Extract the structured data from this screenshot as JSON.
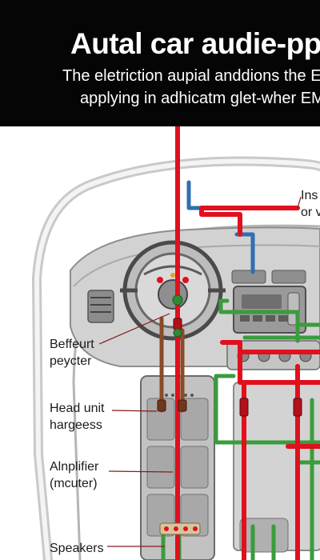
{
  "header": {
    "title": "Autal car audie-pp",
    "subtitle_line1": "The eletriction aupial anddions the EM",
    "subtitle_line2": "applying in adhicatm glet-wher EM"
  },
  "callouts": {
    "insulation": {
      "line1": "Ins",
      "line2": "or v"
    },
    "buffer": {
      "line1": "Beffeurt",
      "line2": "peycter"
    },
    "head_unit": {
      "line1": "Head unit",
      "line2": "hargeess"
    },
    "amplifier": {
      "line1": "Alnplifier",
      "line2": "(mcuter)"
    },
    "speakers": {
      "line1": "Speakers"
    }
  },
  "wire_colors": {
    "power": "#e0101e",
    "signal": "#3a9c3c",
    "ground": "#8a4b26",
    "remote": "#2f6fb0"
  }
}
